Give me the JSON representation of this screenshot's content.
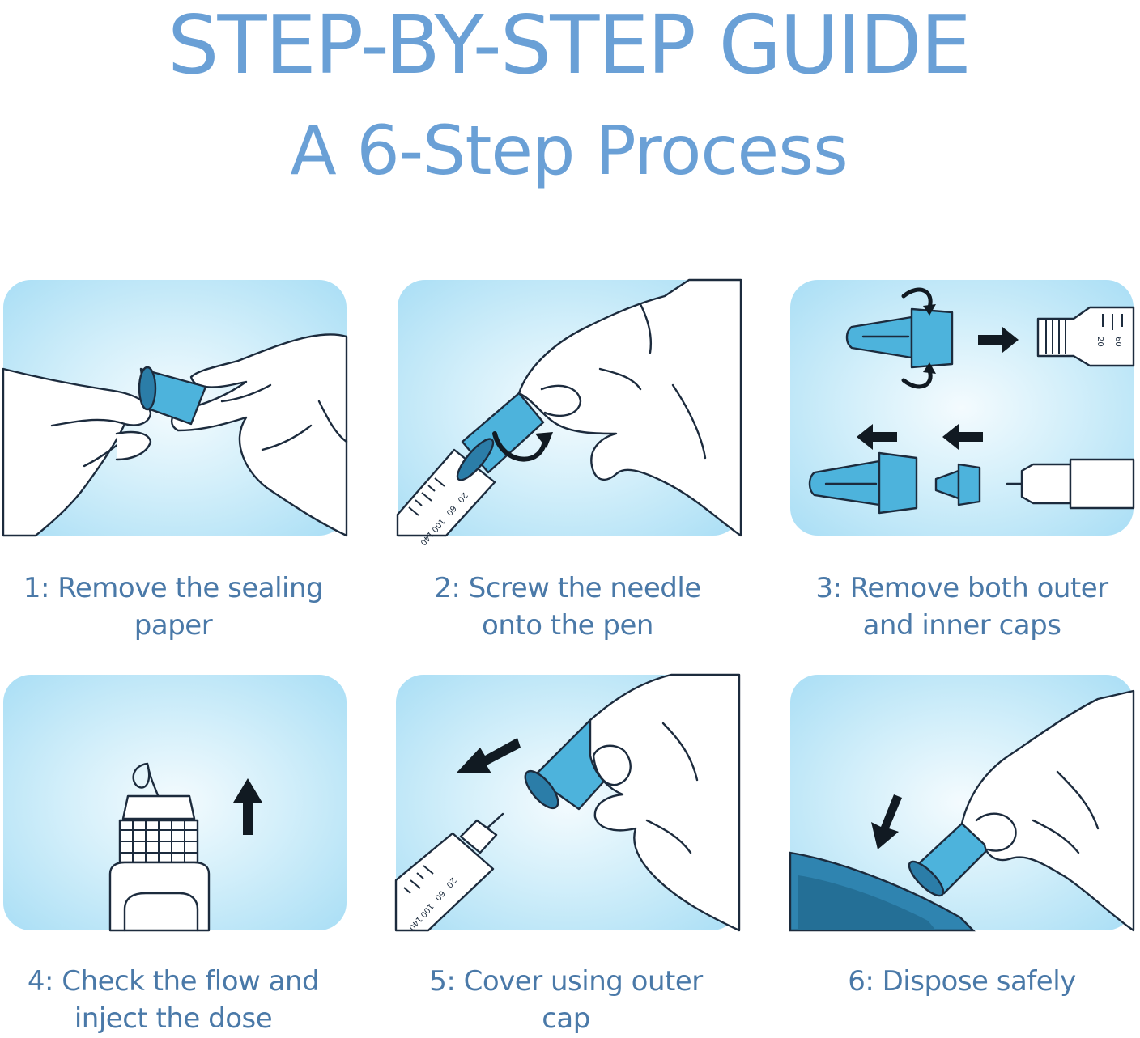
{
  "header": {
    "title": "STEP-BY-STEP GUIDE",
    "subtitle": "A 6-Step Process"
  },
  "colors": {
    "title": "#6aa0d6",
    "caption": "#4a79a8",
    "panel_light": "#d3effa",
    "accent_cap": "#4db3dc"
  },
  "steps": [
    {
      "caption_line1": "1: Remove the sealing",
      "caption_line2": "paper",
      "illustration": "hands-peeling-needle-seal"
    },
    {
      "caption_line1": "2: Screw the needle",
      "caption_line2": "onto the pen",
      "illustration": "hand-screwing-needle",
      "pen_scale": [
        "20",
        "60",
        "100",
        "140"
      ]
    },
    {
      "caption_line1": "3: Remove both outer",
      "caption_line2": "and inner caps",
      "illustration": "caps-removal-diagram",
      "pen_scale": [
        "20",
        "60"
      ]
    },
    {
      "caption_line1": "4: Check the flow and",
      "caption_line2": "inject the dose",
      "illustration": "pen-needle-droplet"
    },
    {
      "caption_line1": "5: Cover using outer",
      "caption_line2": "cap",
      "illustration": "hand-covering-needle",
      "pen_scale": [
        "20",
        "60",
        "100",
        "140"
      ]
    },
    {
      "caption_line1": "6: Dispose safely",
      "caption_line2": "",
      "illustration": "hand-disposing-needle"
    }
  ]
}
